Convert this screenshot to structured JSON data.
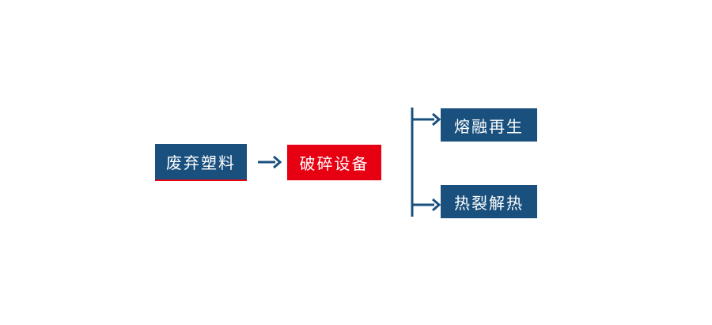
{
  "colors": {
    "blue": "#1a507d",
    "red": "#e60012",
    "background": "#ffffff",
    "text": "#ffffff"
  },
  "flowchart": {
    "nodes": {
      "source": {
        "label": "废弃塑料",
        "color": "#1a507d"
      },
      "process": {
        "label": "破碎设备",
        "color": "#e60012"
      },
      "branch_top": {
        "label": "熔融再生",
        "color": "#1a507d"
      },
      "branch_bottom": {
        "label": "热裂解热",
        "color": "#1a507d"
      }
    },
    "connections": [
      {
        "from": "source",
        "to": "process"
      },
      {
        "from": "process",
        "to": "branch_top"
      },
      {
        "from": "process",
        "to": "branch_bottom"
      }
    ]
  }
}
